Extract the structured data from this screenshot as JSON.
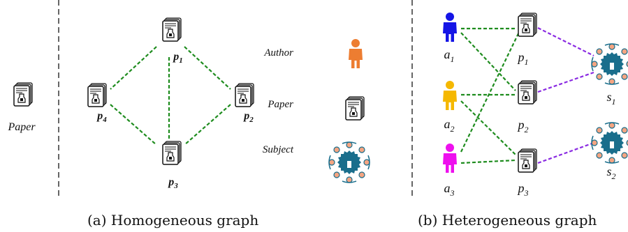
{
  "homogeneous": {
    "paper_label": "Paper",
    "nodes": [
      {
        "id": "p1",
        "base": "p",
        "sub": "1"
      },
      {
        "id": "p2",
        "base": "p",
        "sub": "2"
      },
      {
        "id": "p3",
        "base": "p",
        "sub": "3"
      },
      {
        "id": "p4",
        "base": "p",
        "sub": "4"
      }
    ],
    "edges": [
      [
        "p1",
        "p2"
      ],
      [
        "p1",
        "p3"
      ],
      [
        "p1",
        "p4"
      ],
      [
        "p2",
        "p3"
      ],
      [
        "p3",
        "p4"
      ]
    ],
    "caption": "(a)  Homogeneous graph"
  },
  "legend": {
    "author": "Author",
    "paper": "Paper",
    "subject": "Subject"
  },
  "heterogeneous": {
    "authors": [
      {
        "id": "a1",
        "base": "a",
        "sub": "1",
        "color": "#1414e6"
      },
      {
        "id": "a2",
        "base": "a",
        "sub": "2",
        "color": "#f5b800"
      },
      {
        "id": "a3",
        "base": "a",
        "sub": "3",
        "color": "#ee10ee"
      }
    ],
    "papers": [
      {
        "id": "p1",
        "base": "p",
        "sub": "1"
      },
      {
        "id": "p2",
        "base": "p",
        "sub": "2"
      },
      {
        "id": "p3",
        "base": "p",
        "sub": "3"
      }
    ],
    "subjects": [
      {
        "id": "s1",
        "base": "s",
        "sub": "1"
      },
      {
        "id": "s2",
        "base": "s",
        "sub": "2"
      }
    ],
    "author_paper_edges": [
      [
        "a1",
        "p1"
      ],
      [
        "a1",
        "p2"
      ],
      [
        "a2",
        "p2"
      ],
      [
        "a2",
        "p3"
      ],
      [
        "a3",
        "p1"
      ],
      [
        "a3",
        "p3"
      ]
    ],
    "paper_subject_edges": [
      [
        "p1",
        "s1"
      ],
      [
        "p2",
        "s1"
      ],
      [
        "p3",
        "s2"
      ]
    ],
    "caption": "(b)  Heterogeneous graph"
  },
  "colors": {
    "author_legend": "#ed7d31",
    "author_paper_edge": "#1e8c1e",
    "paper_subject_edge": "#8a2be2",
    "subject_core": "#1a6e8c",
    "subject_satellite": "#f4a582",
    "divider": "#333333"
  }
}
